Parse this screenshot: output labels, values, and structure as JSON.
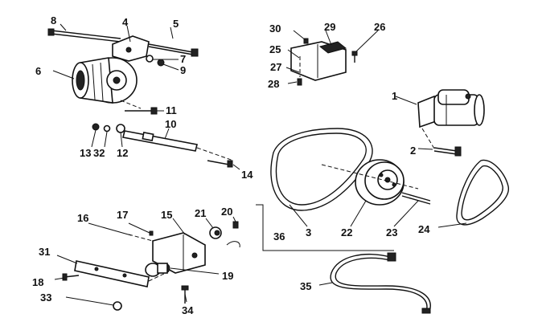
{
  "callouts": {
    "n1": "1",
    "n2": "2",
    "n3": "3",
    "n4": "4",
    "n5": "5",
    "n6": "6",
    "n7": "7",
    "n8": "8",
    "n9": "9",
    "n10": "10",
    "n11": "11",
    "n12": "12",
    "n13": "13",
    "n14": "14",
    "n15": "15",
    "n16": "16",
    "n17": "17",
    "n18": "18",
    "n19": "19",
    "n20": "20",
    "n21": "21",
    "n22": "22",
    "n23": "23",
    "n24": "24",
    "n25": "25",
    "n26": "26",
    "n27": "27",
    "n28": "28",
    "n29": "29",
    "n30": "30",
    "n31": "31",
    "n32": "32",
    "n33": "33",
    "n34": "34",
    "n35": "35",
    "n36": "36"
  },
  "colors": {
    "ink": "#111111",
    "paper": "#ffffff"
  }
}
